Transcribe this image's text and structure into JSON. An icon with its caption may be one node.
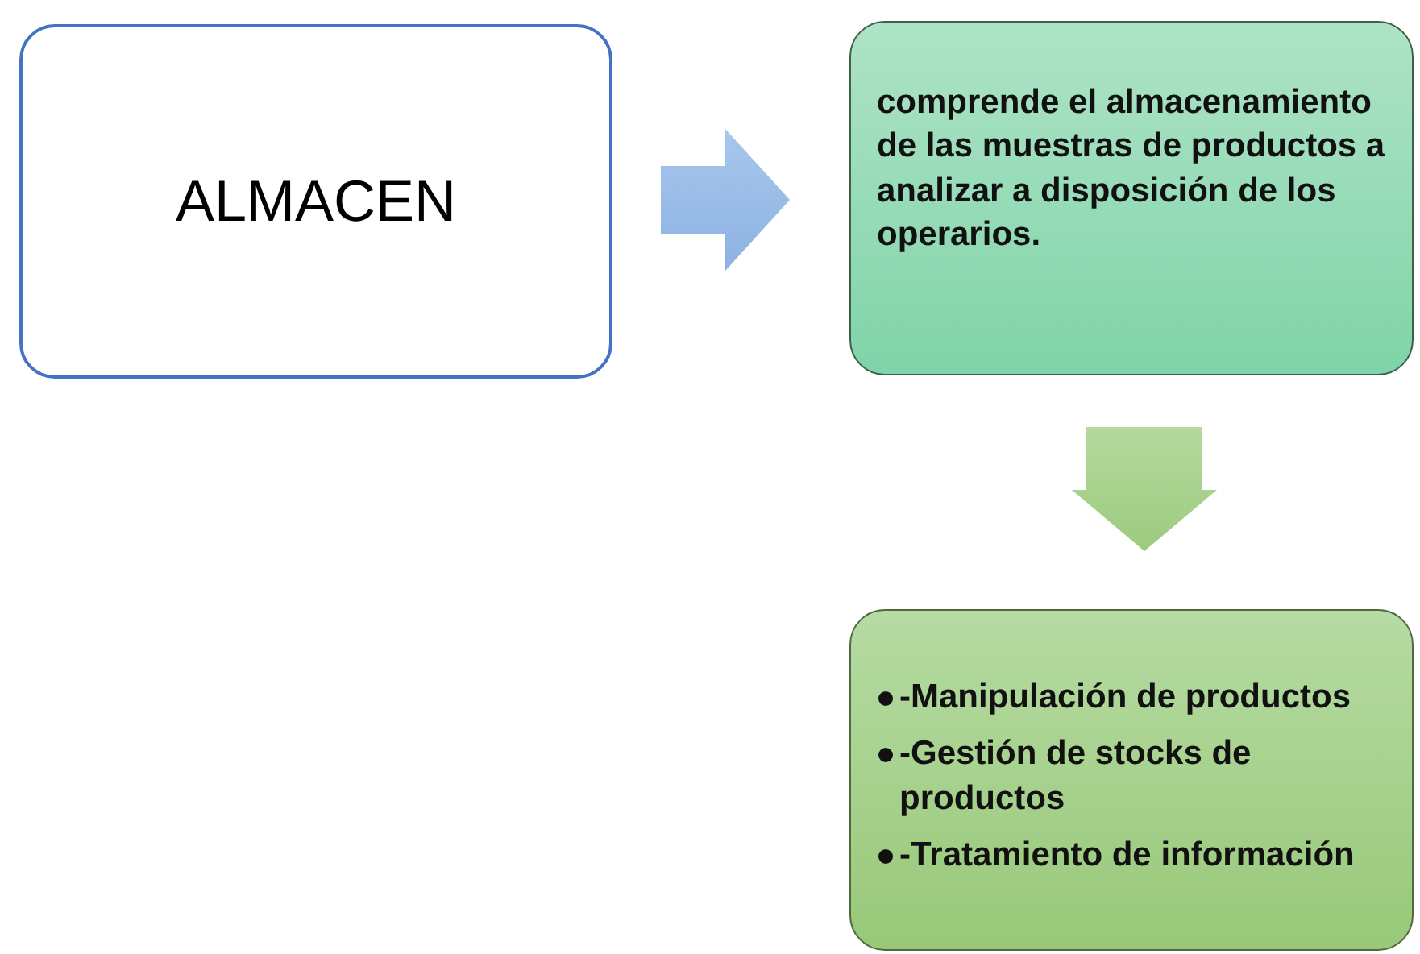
{
  "diagram": {
    "nodes": [
      {
        "text": [
          "ALMACEN"
        ]
      },
      {
        "text": [
          "comprende el almacenamiento de las muestras de productos a analizar a disposición de los operarios."
        ]
      },
      {
        "text": [
          "-Manipulación de productos",
          "-Gestión de stocks de productos",
          "-Tratamiento de información"
        ]
      }
    ],
    "edges": [
      {
        "from": 0,
        "to": 1,
        "arrow": "to"
      },
      {
        "from": 1,
        "to": 2,
        "arrow": "to"
      }
    ]
  }
}
